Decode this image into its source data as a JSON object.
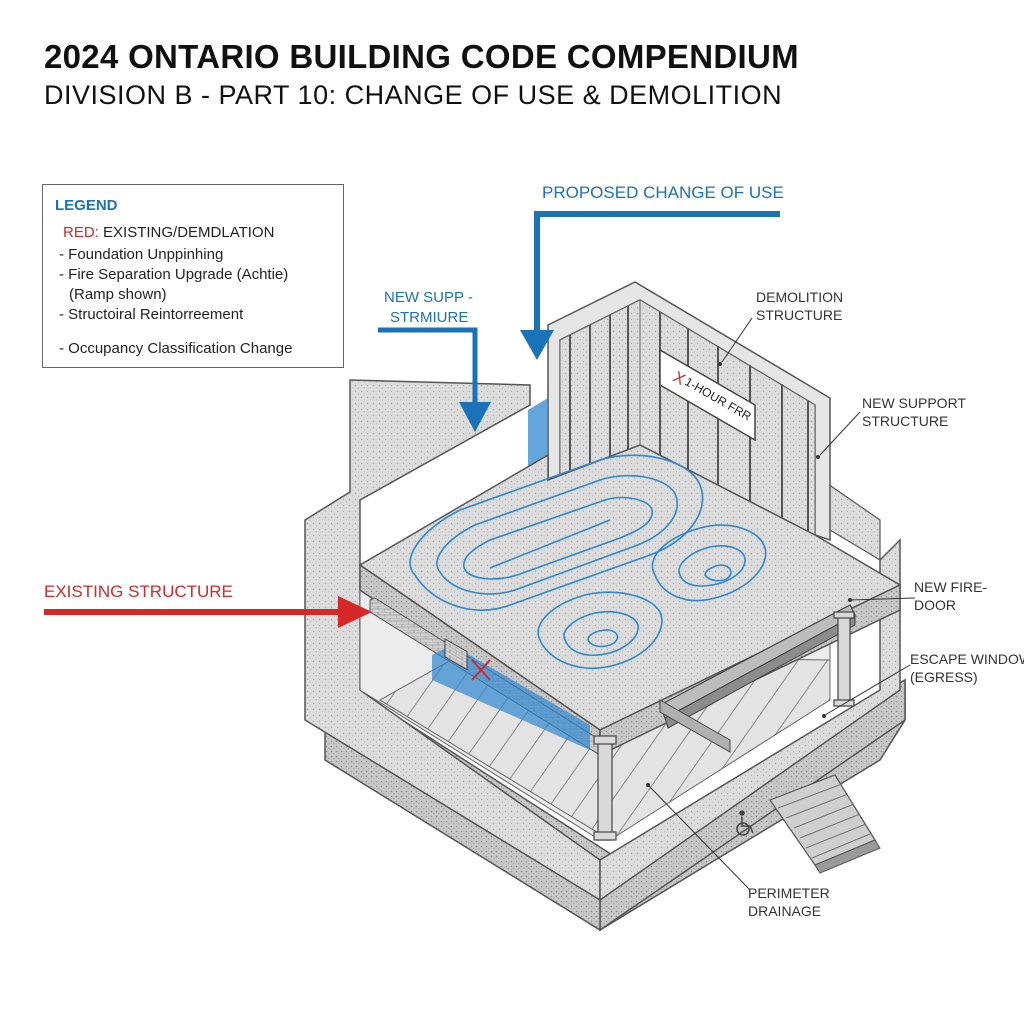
{
  "header": {
    "title": "2024 ONTARIO BUILDING CODE COMPENDIUM",
    "subtitle": "DIVISION B - PART 10: CHANGE OF USE & DEMOLITION"
  },
  "legend": {
    "title": "LEGEND",
    "red_key": "RED:",
    "red_value": " EXISTING/DEMDLATION",
    "items": [
      "- Foundation Unppinhing",
      "- Fire Separation Upgrade (Achtie)",
      "(Ramp shown)",
      "- Structoiral Reintorreement",
      "- Occupancy Classification Change"
    ]
  },
  "labels": {
    "proposed": "PROPOSED CHANGE OF USE",
    "new_supp_1": "NEW SUPP -",
    "new_supp_2": "STRMIURE",
    "demolition_1": "DEMOLITION",
    "demolition_2": "STRUCTURE",
    "new_support_1": "NEW SUPPORT",
    "new_support_2": "STRUCTURE",
    "existing": "EXISTING STRUCTURE",
    "fire_door_1": "NEW FIRE-",
    "fire_door_2": "DOOR",
    "escape_1": "ESCAPE WINDOW",
    "escape_2": "(EGRESS)",
    "perimeter_1": "PERIMETER",
    "perimeter_2": "DRAINAGE",
    "sign": "1-HOUR FRR",
    "sign_mark": "X"
  },
  "colors": {
    "blue": "#1a72b8",
    "red": "#d62828",
    "concrete": "#d9d9d9"
  },
  "icons": [
    "wheelchair-icon"
  ]
}
